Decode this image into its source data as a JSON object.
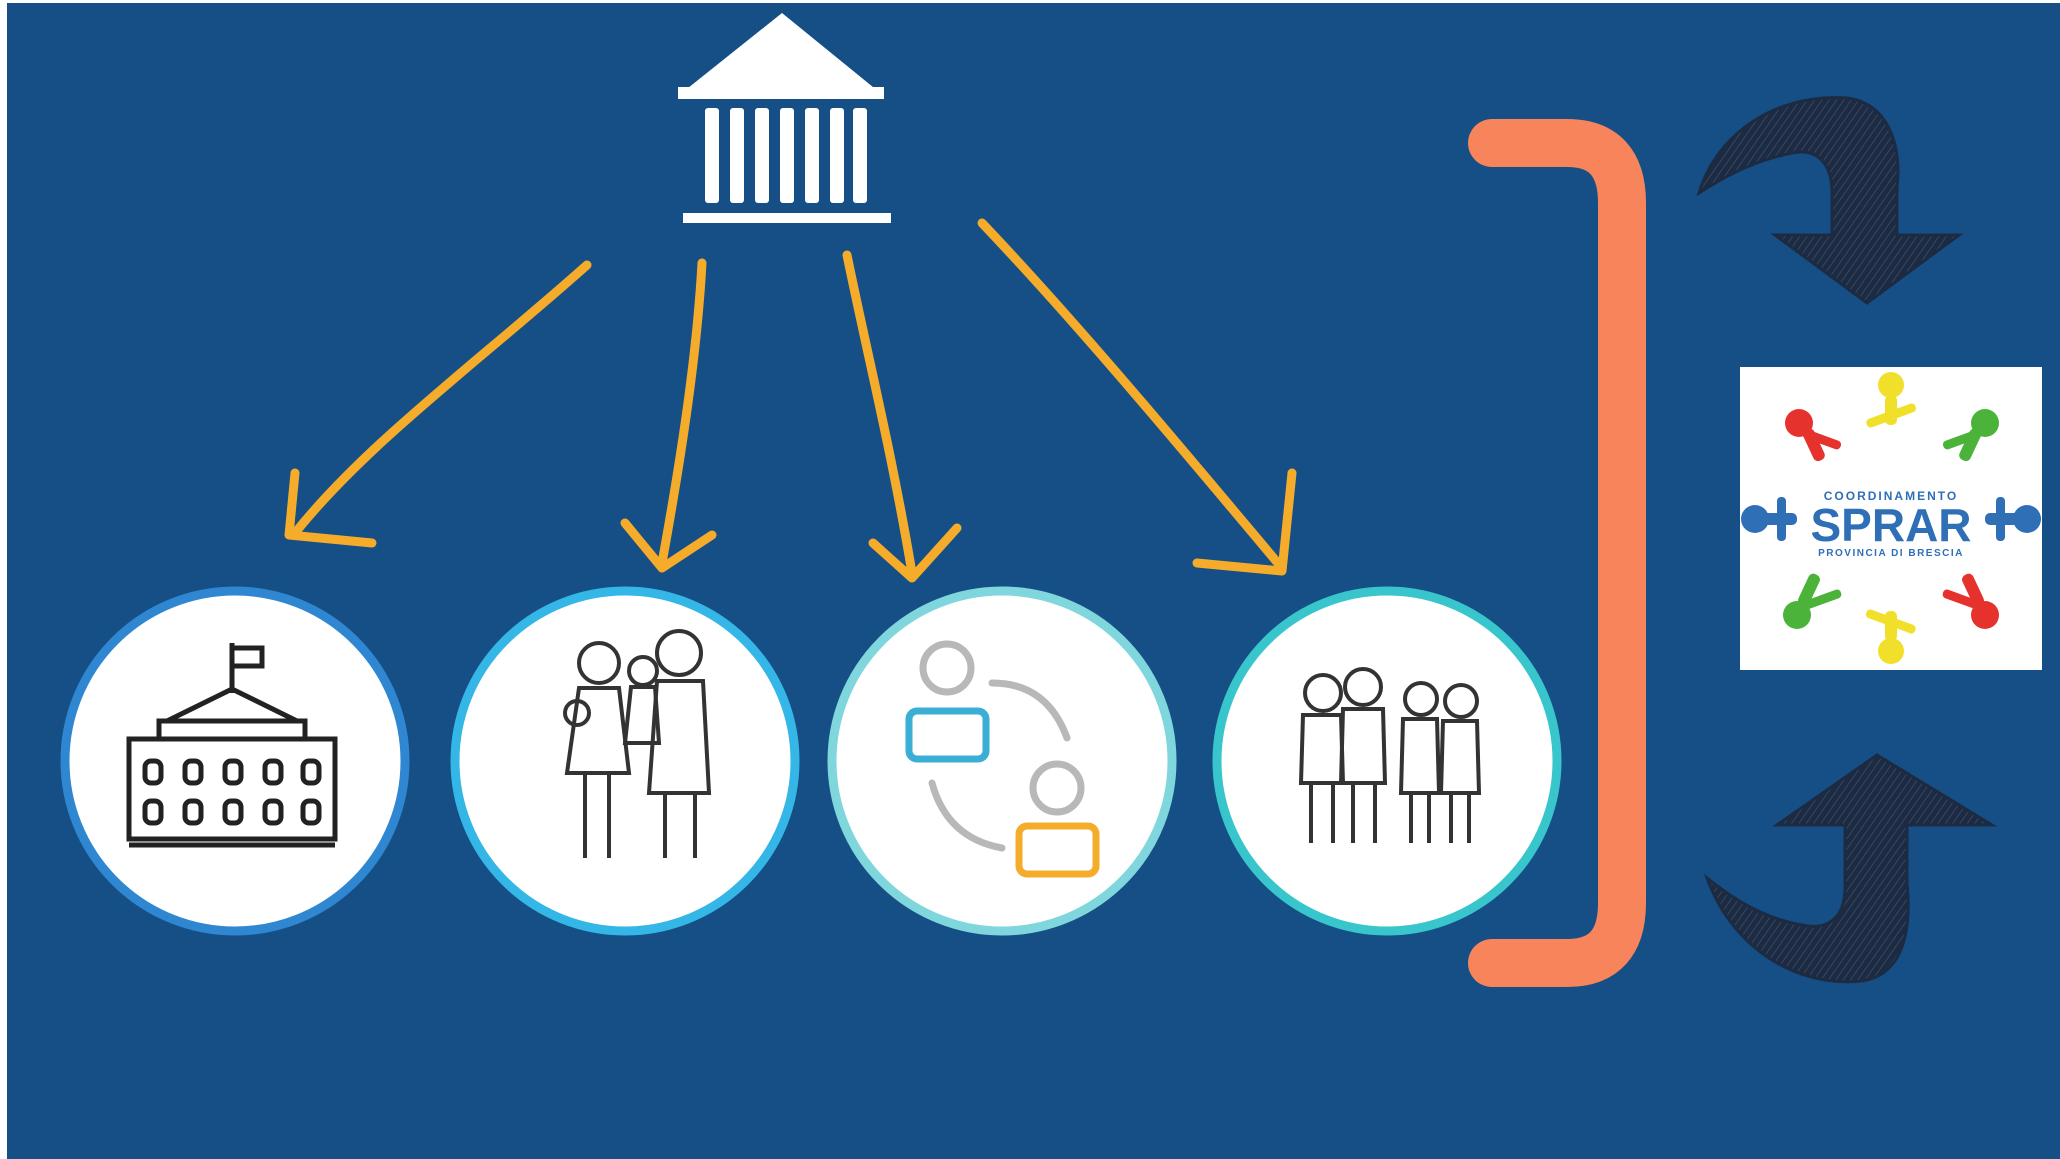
{
  "colors": {
    "background": "#154f86",
    "arrow_yellow": "#f5ac2a",
    "bracket_orange": "#f7845a",
    "sketch_arrow": "#1d2b42",
    "circle_ring_1": "#2f86d1",
    "circle_ring_2": "#34b6e6",
    "circle_ring_3": "#7fd6dc",
    "circle_ring_4": "#38c6cc",
    "logo_red": "#e5322d",
    "logo_yellow": "#f1e02a",
    "logo_green": "#4bb23a",
    "logo_blue": "#2f6fb6"
  },
  "top_icon": "government-building-icon",
  "circles": [
    {
      "icon": "town-hall-icon"
    },
    {
      "icon": "family-icon"
    },
    {
      "icon": "people-exchange-icon"
    },
    {
      "icon": "group-of-people-icon"
    }
  ],
  "logo": {
    "top_text": "COORDINAMENTO",
    "main_text": "SPRAR",
    "bottom_text": "PROVINCIA DI BRESCIA"
  }
}
